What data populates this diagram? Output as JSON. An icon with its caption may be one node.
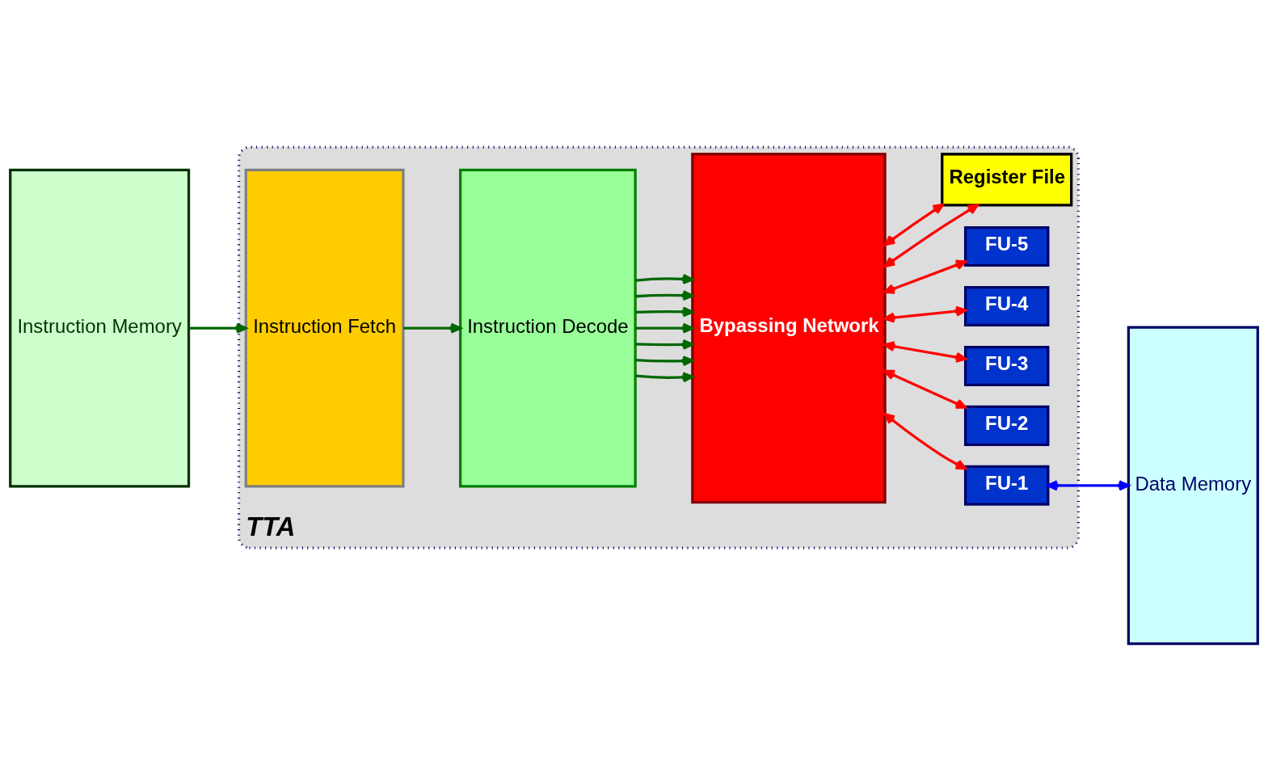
{
  "diagram": {
    "nodes": [
      {
        "text": [
          "Instruction Memory"
        ]
      },
      {
        "text": [
          "TTA"
        ]
      },
      {
        "text": [
          "Instruction Fetch"
        ],
        "in": 1
      },
      {
        "text": [
          "Instruction Decode"
        ],
        "in": 1
      },
      {
        "text": [
          "Bypassing Network"
        ],
        "in": 1
      },
      {
        "text": [
          "FU-1"
        ],
        "in": 1
      },
      {
        "text": [
          "FU-2"
        ],
        "in": 1
      },
      {
        "text": [
          "FU-3"
        ],
        "in": 1
      },
      {
        "text": [
          "FU-4"
        ],
        "in": 1
      },
      {
        "text": [
          "FU-5"
        ],
        "in": 1
      },
      {
        "text": [
          "Register File"
        ],
        "in": 1
      },
      {
        "text": [
          "Data Memory"
        ]
      }
    ],
    "edges": [
      {
        "from": 0,
        "to": 2,
        "arrow": "to"
      },
      {
        "from": 2,
        "to": 3,
        "arrow": "to"
      },
      {
        "from": 3,
        "to": 4,
        "arrow": "to"
      },
      {
        "from": 3,
        "to": 4,
        "arrow": "to"
      },
      {
        "from": 3,
        "to": 4,
        "arrow": "to"
      },
      {
        "from": 3,
        "to": 4,
        "arrow": "to"
      },
      {
        "from": 3,
        "to": 4,
        "arrow": "to"
      },
      {
        "from": 3,
        "to": 4,
        "arrow": "to"
      },
      {
        "from": 3,
        "to": 4,
        "arrow": "to"
      },
      {
        "from": 4,
        "to": 5,
        "arrow": "both",
        "color": "#ff0000"
      },
      {
        "from": 4,
        "to": 6,
        "arrow": "both",
        "color": "#ff0000"
      },
      {
        "from": 4,
        "to": 7,
        "arrow": "both",
        "color": "#ff0000"
      },
      {
        "from": 4,
        "to": 8,
        "arrow": "both",
        "color": "#ff0000"
      },
      {
        "from": 4,
        "to": 9,
        "arrow": "both",
        "color": "#ff0000"
      },
      {
        "from": 4,
        "to": 10,
        "arrow": "both",
        "color": "#ff0000"
      },
      {
        "from": 4,
        "to": 10,
        "arrow": "both",
        "color": "#ff0000"
      },
      {
        "from": 5,
        "to": 11,
        "arrow": "both",
        "color": "#0000ff"
      }
    ]
  }
}
